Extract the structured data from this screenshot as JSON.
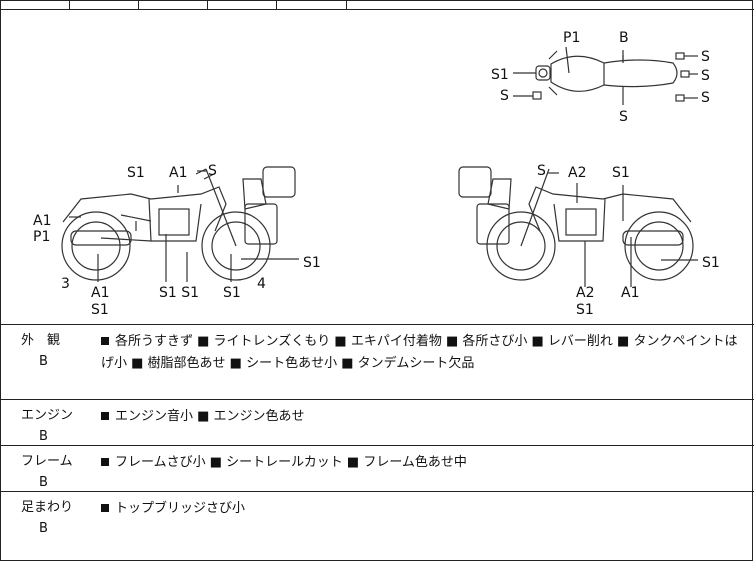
{
  "diagram": {
    "top_view": {
      "labels": {
        "p1": "P1",
        "b": "B",
        "s1": "S1",
        "s_left": "S",
        "s_bottom": "S",
        "s_r1": "S",
        "s_r2": "S",
        "s_r3": "S"
      }
    },
    "left_view": {
      "labels": {
        "a1_top": "A1",
        "s_top": "S",
        "s1_top": "S1",
        "a1_rear": "A1",
        "p1_rear": "P1",
        "s1_right": "S1",
        "n3": "3",
        "a1_bot": "A1",
        "s1_bot": "S1",
        "s1s1": "S1 S1",
        "s1_mid": "S1",
        "n4": "4"
      }
    },
    "right_view": {
      "labels": {
        "s_top": "S",
        "a2_top": "A2",
        "s1_top": "S1",
        "s1_right": "S1",
        "a2_bot": "A2",
        "s1_bot": "S1",
        "a1_bot": "A1"
      }
    }
  },
  "sections": [
    {
      "name": "外　観",
      "grade": "B",
      "text": "各所うすきず ■ ライトレンズくもり ■ エキパイ付着物 ■ 各所さび小 ■ レバー削れ ■ タンクペイントはげ小 ■ 樹脂部色あせ ■ シート色あせ小 ■ タンデムシート欠品"
    },
    {
      "name": "エンジン",
      "grade": "B",
      "text": "エンジン音小 ■ エンジン色あせ"
    },
    {
      "name": "フレーム",
      "grade": "B",
      "text": "フレームさび小 ■ シートレールカット ■ フレーム色あせ中"
    },
    {
      "name": "足まわり",
      "grade": "B",
      "text": "トップブリッジさび小"
    }
  ],
  "colors": {
    "line": "#222222",
    "text": "#111111"
  }
}
